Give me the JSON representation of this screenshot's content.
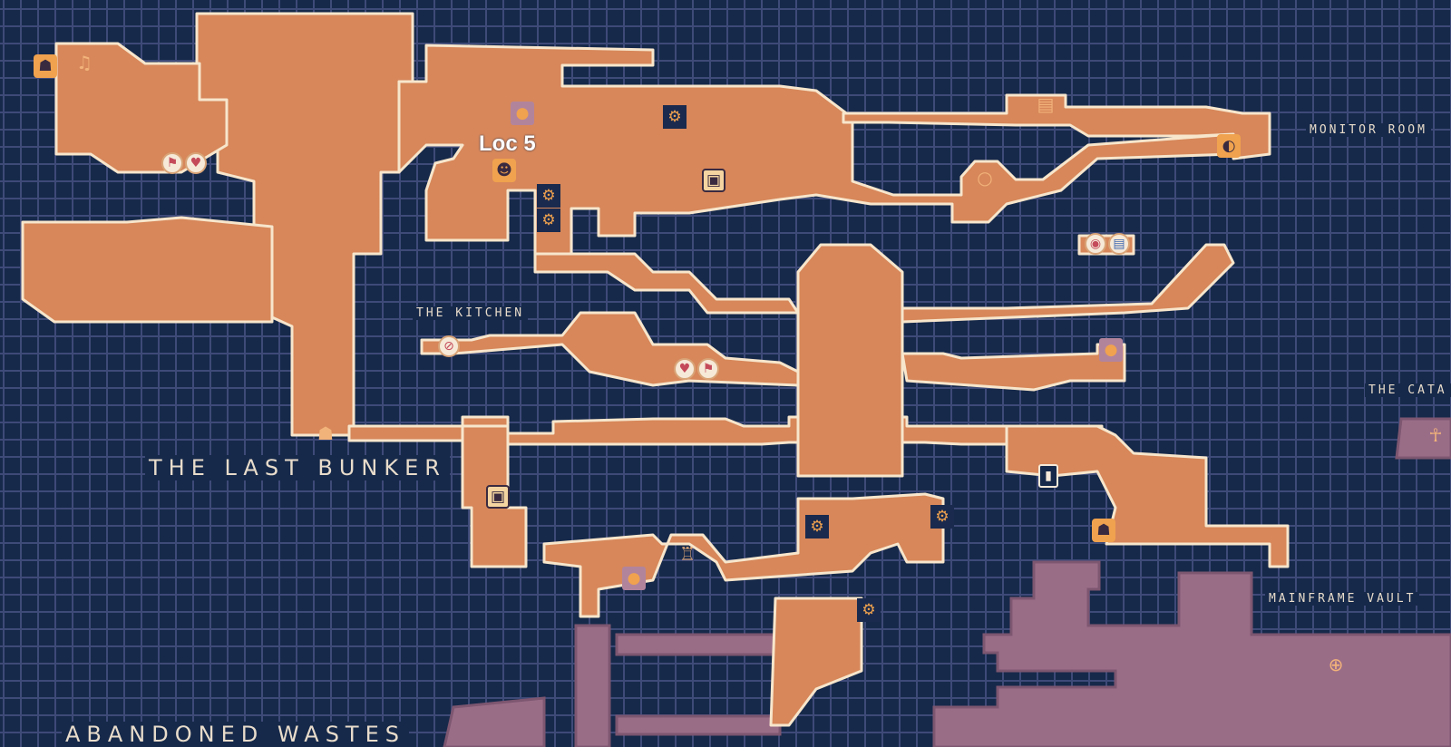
{
  "map": {
    "colors": {
      "background": "#16294a",
      "grid": "#3e4a78",
      "explored_area": "#d7875a",
      "explored_border": "#f7e6cc",
      "unexplored_area": "#9a6d87",
      "highlight": "#f0a24e"
    },
    "area_labels": {
      "last_bunker": "THE LAST BUNKER",
      "kitchen": "THE KITCHEN",
      "monitor_room": "MONITOR ROOM",
      "catacombs": "THE CATA",
      "mainframe_vault": "MAINFRAME VAULT",
      "abandoned_wastes": "ABANDONED WASTES"
    },
    "player_marker": {
      "label": "Loc 5",
      "icon": "robot-head-icon"
    },
    "icons": [
      {
        "name": "merchant-icon",
        "glyph": "☗"
      },
      {
        "name": "bell-icon",
        "glyph": "🔔"
      },
      {
        "name": "save-point-icon",
        "glyph": "⚑"
      },
      {
        "name": "heart-container-icon",
        "glyph": "♥"
      },
      {
        "name": "gear-upgrade-icon",
        "glyph": "⚙"
      },
      {
        "name": "chip-terminal-icon",
        "glyph": "▣"
      },
      {
        "name": "fast-travel-icon",
        "glyph": "◉"
      },
      {
        "name": "crescent-icon",
        "glyph": "◐"
      },
      {
        "name": "blue-core-icon",
        "glyph": "▤"
      },
      {
        "name": "door-switch-icon",
        "glyph": "▮"
      }
    ]
  }
}
